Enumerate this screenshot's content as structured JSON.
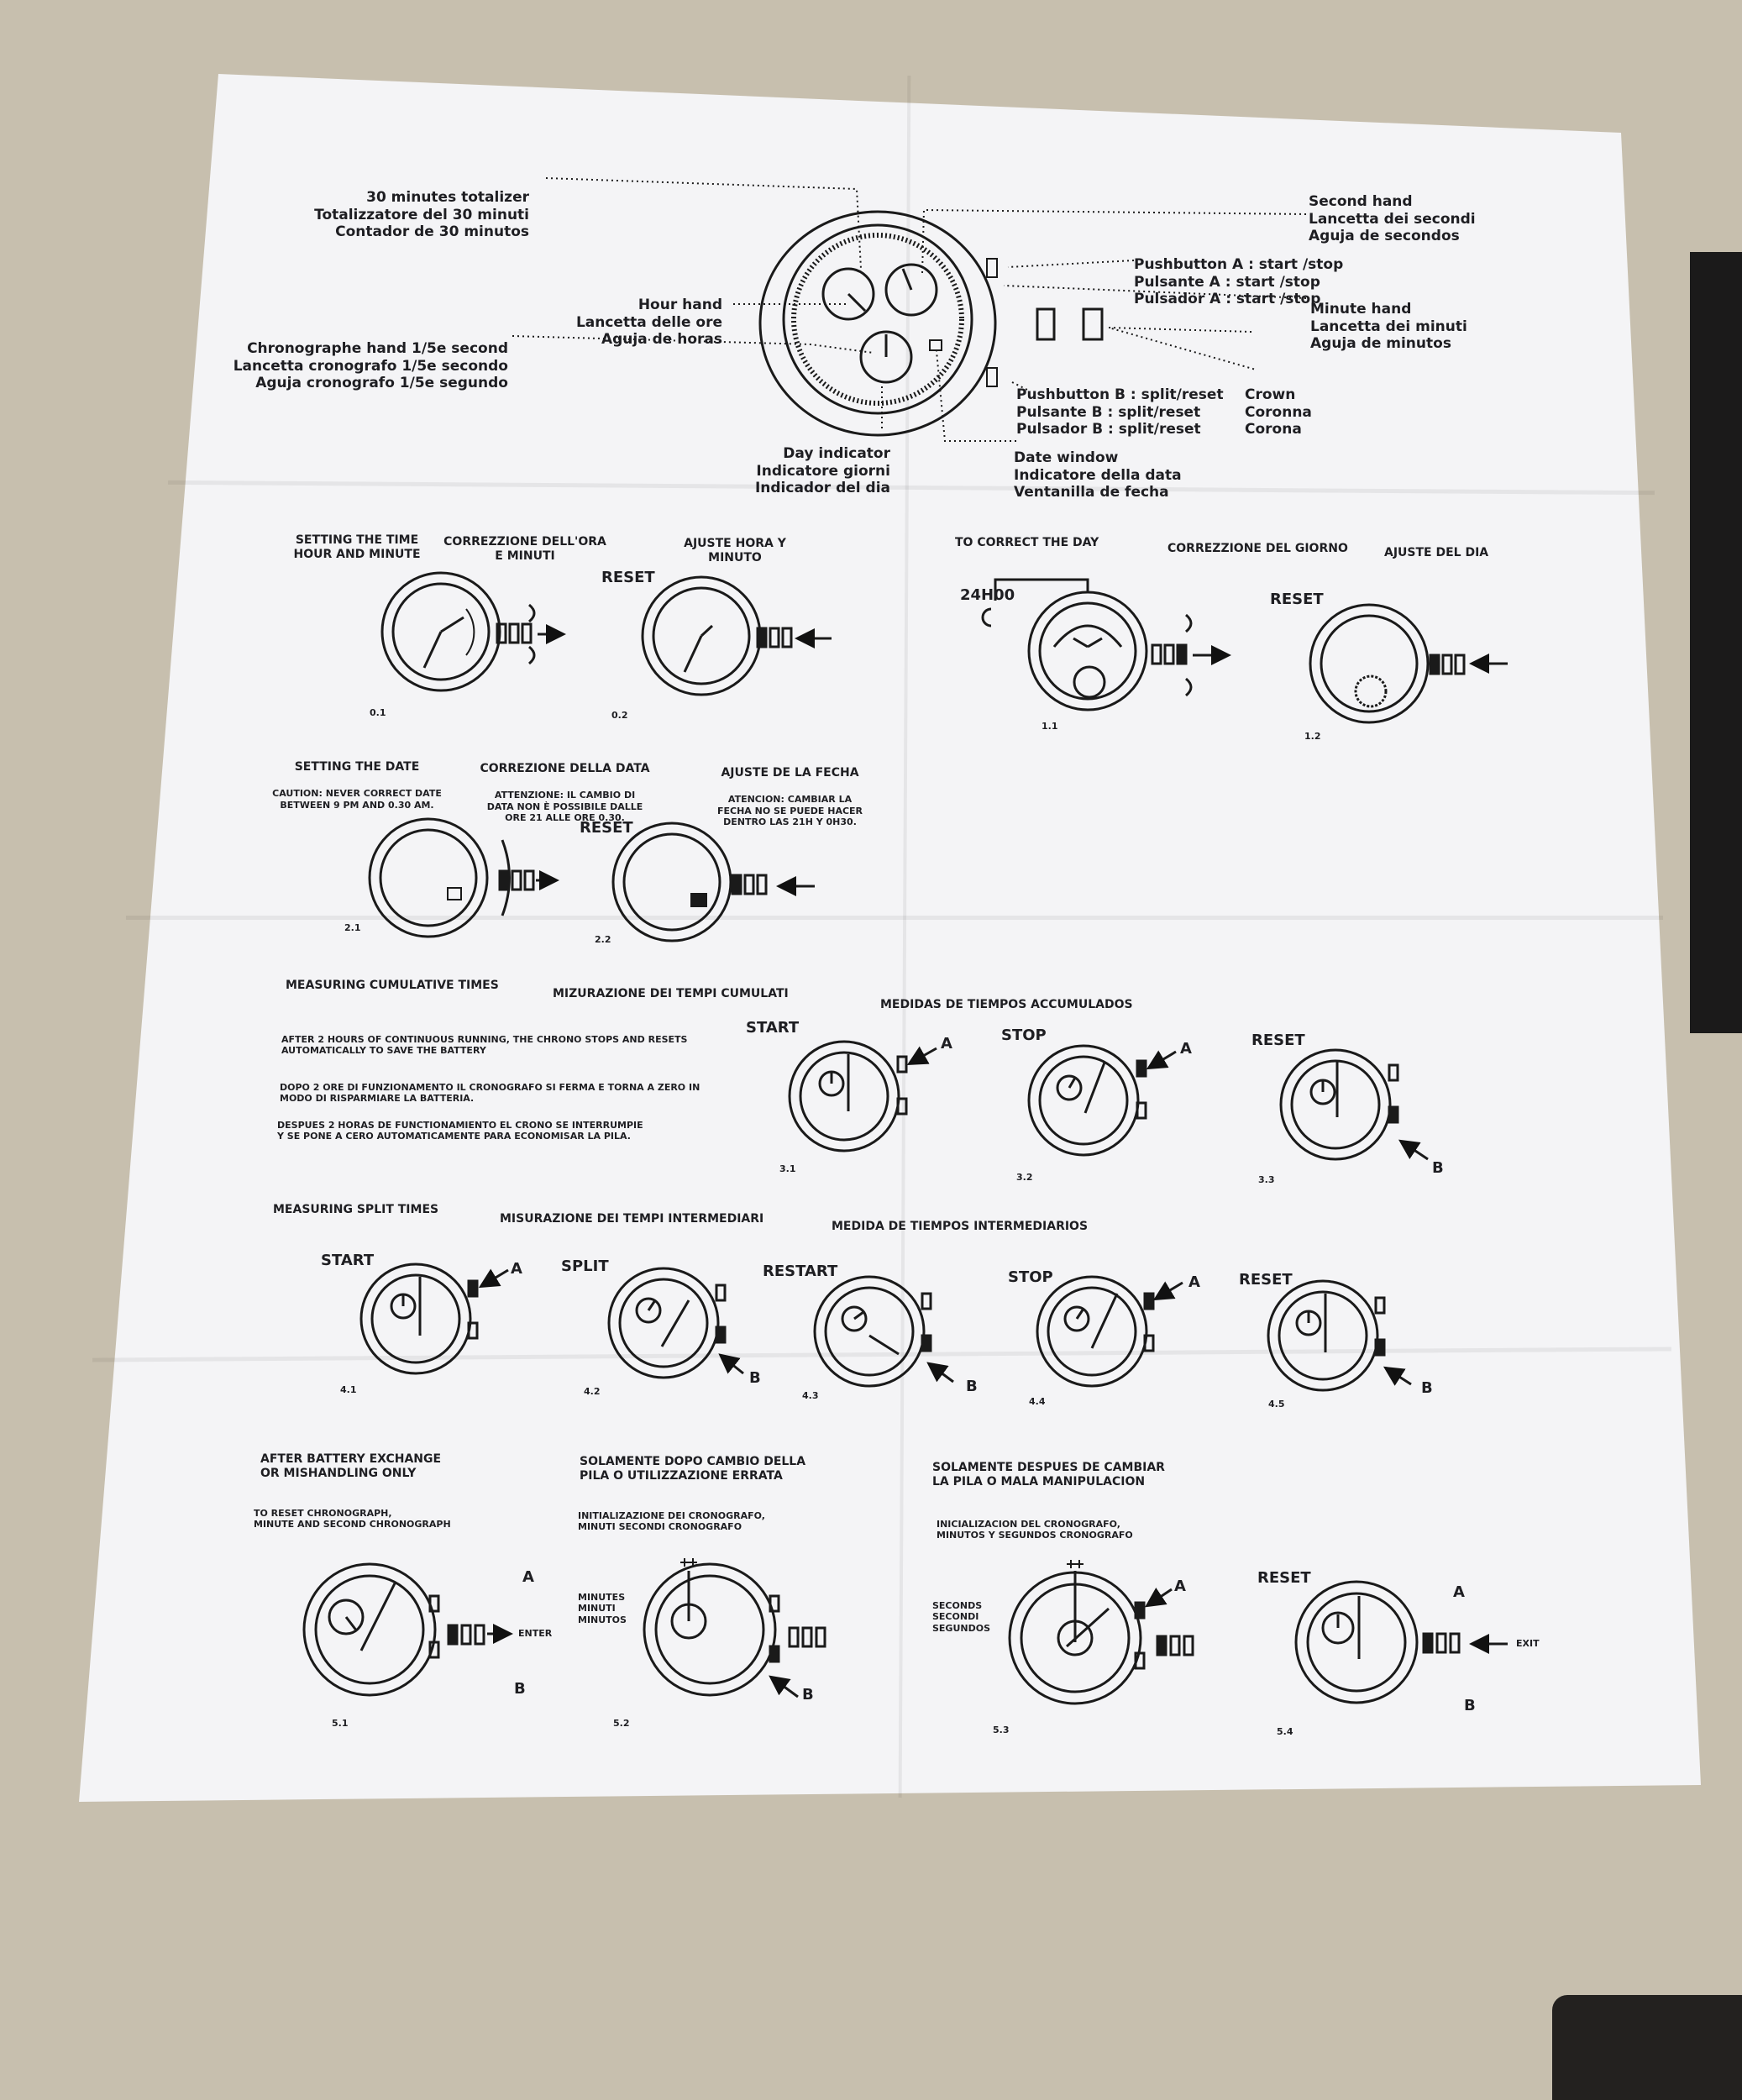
{
  "header": {
    "totalizer": [
      "30 minutes totalizer",
      "Totalizzatore del 30 minuti",
      "Contador de 30 minutos"
    ],
    "hour_hand": [
      "Hour hand",
      "Lancetta delle ore",
      "Aguja de horas"
    ],
    "chrono_hand": [
      "Chronographe hand 1/5e second",
      "Lancetta cronografo 1/5e secondo",
      "Aguja cronografo 1/5e segundo"
    ],
    "second_hand": [
      "Second hand",
      "Lancetta dei secondi",
      "Aguja de secondos"
    ],
    "pushbutton_a": [
      "Pushbutton A : start /stop",
      "Pulsante A : start /stop",
      "Pulsador A : start /stop"
    ],
    "minute_hand": [
      "Minute hand",
      "Lancetta dei minuti",
      "Aguja de minutos"
    ],
    "crown": [
      "Crown",
      "Coronna",
      "Corona"
    ],
    "pushbutton_b": [
      "Pushbutton B : split/reset",
      "Pulsante B : split/reset",
      "Pulsador B : split/reset"
    ],
    "day_indicator": [
      "Day indicator",
      "Indicatore giorni",
      "Indicador del dia"
    ],
    "date_window": [
      "Date window",
      "Indicatore della data",
      "Ventanilla de fecha"
    ]
  },
  "time_section": {
    "title_en": [
      "SETTING THE TIME",
      "HOUR AND MINUTE"
    ],
    "title_it": [
      "CORREZZIONE DELL'ORA",
      "E MINUTI"
    ],
    "title_es": [
      "AJUSTE HORA Y",
      "MINUTO"
    ],
    "reset": "RESET",
    "fig_01": "0.1",
    "fig_02": "0.2"
  },
  "day_section": {
    "title_en": "TO CORRECT THE DAY",
    "title_it": "CORREZZIONE DEL GIORNO",
    "title_es": "AJUSTE DEL DIA",
    "label_24h": "24H00",
    "reset": "RESET",
    "fig_11": "1.1",
    "fig_12": "1.2"
  },
  "date_section": {
    "title_en": "SETTING THE DATE",
    "caution_en": [
      "CAUTION: NEVER CORRECT DATE",
      "BETWEEN 9 PM AND 0.30 AM."
    ],
    "title_it": "CORREZIONE DELLA DATA",
    "caution_it": [
      "ATTENZIONE: IL CAMBIO DI",
      "DATA NON È POSSIBILE DALLE",
      "ORE 21 ALLE ORE 0.30."
    ],
    "title_es": "AJUSTE DE LA FECHA",
    "caution_es": [
      "ATENCION: CAMBIAR LA",
      "FECHA NO SE PUEDE HACER",
      "DENTRO LAS 21H Y 0H30."
    ],
    "reset": "RESET",
    "fig_21": "2.1",
    "fig_22": "2.2"
  },
  "cumulative_section": {
    "title_en": "MEASURING CUMULATIVE TIMES",
    "title_it": "MIZURAZIONE DEI TEMPI CUMULATI",
    "title_es": "MEDIDAS DE TIEMPOS ACCUMULADOS",
    "note_en": [
      "AFTER 2 HOURS OF CONTINUOUS RUNNING, THE CHRONO STOPS AND RESETS",
      "AUTOMATICALLY TO SAVE THE BATTERY"
    ],
    "note_it": [
      "DOPO 2 ORE DI FUNZIONAMENTO IL CRONOGRAFO SI FERMA E TORNA A ZERO IN",
      "MODO DI RISPARMIARE LA BATTERIA."
    ],
    "note_es": [
      "DESPUES 2 HORAS DE FUNCTIONAMIENTO EL CRONO SE INTERRUMPIE",
      "Y SE PONE A CERO AUTOMATICAMENTE PARA ECONOMISAR LA PILA."
    ],
    "start": "START",
    "stop": "STOP",
    "reset": "RESET",
    "a": "A",
    "b": "B",
    "fig_31": "3.1",
    "fig_32": "3.2",
    "fig_33": "3.3"
  },
  "split_section": {
    "title_en": "MEASURING SPLIT TIMES",
    "title_it": "MISURAZIONE DEI TEMPI INTERMEDIARI",
    "title_es": "MEDIDA DE TIEMPOS INTERMEDIARIOS",
    "start": "START",
    "split": "SPLIT",
    "restart": "RESTART",
    "stop": "STOP",
    "reset": "RESET",
    "a": "A",
    "b": "B",
    "fig_41": "4.1",
    "fig_42": "4.2",
    "fig_43": "4.3",
    "fig_44": "4.4",
    "fig_45": "4.5"
  },
  "battery_section": {
    "title_en": [
      "AFTER BATTERY EXCHANGE",
      "OR MISHANDLING ONLY"
    ],
    "sub_en": [
      "TO RESET CHRONOGRAPH,",
      "MINUTE AND SECOND CHRONOGRAPH"
    ],
    "title_it": [
      "SOLAMENTE DOPO CAMBIO DELLA",
      "PILA O UTILIZZAZIONE ERRATA"
    ],
    "sub_it": [
      "INITIALIZAZIONE DEI CRONOGRAFO,",
      "MINUTI SECONDI CRONOGRAFO"
    ],
    "title_es": [
      "SOLAMENTE DESPUES DE CAMBIAR",
      "LA PILA O MALA MANIPULACION"
    ],
    "sub_es": [
      "INICIALIZACION DEL CRONOGRAFO,",
      "MINUTOS Y SEGUNDOS CRONOGRAFO"
    ],
    "minutes": [
      "MINUTES",
      "MINUTI",
      "MINUTOS"
    ],
    "seconds": [
      "SECONDS",
      "SECONDI",
      "SEGUNDOS"
    ],
    "enter": "ENTER",
    "exit": "EXIT",
    "reset": "RESET",
    "a": "A",
    "b": "B",
    "fig_51": "5.1",
    "fig_52": "5.2",
    "fig_53": "5.3",
    "fig_54": "5.4"
  }
}
